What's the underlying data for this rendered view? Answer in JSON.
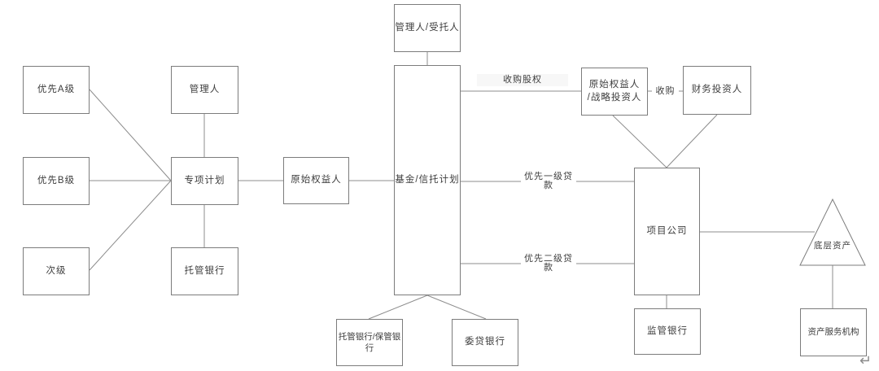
{
  "diagram": {
    "title": "asset-securitization-structure-flowchart",
    "nodes": {
      "priority_a": {
        "label": "优先A级"
      },
      "priority_b": {
        "label": "优先B级"
      },
      "subordinate": {
        "label": "次级"
      },
      "manager": {
        "label": "管理人"
      },
      "special_plan": {
        "label": "专项计划"
      },
      "custodian_bank": {
        "label": "托管银行"
      },
      "originator": {
        "label": "原始权益人"
      },
      "manager_trustee": {
        "label": "管理人/受托人"
      },
      "fund_trust_plan": {
        "label": "基金/信托计划"
      },
      "originator_strategic": {
        "label": "原始权益人\n/战略投资人"
      },
      "financial_investor": {
        "label": "财务投资人"
      },
      "project_company": {
        "label": "项目公司"
      },
      "fund_custodian_bank": {
        "label": "托管银行/保管银行"
      },
      "entrusted_loan_bank": {
        "label": "委贷银行"
      },
      "supervision_bank": {
        "label": "监管银行"
      },
      "underlying_asset": {
        "label": "底层资产"
      },
      "asset_service_agency": {
        "label": "资产服务机构"
      }
    },
    "edge_labels": {
      "acquire_equity": "收购股权",
      "acquire": "收购",
      "senior_tier1_loan": "优先一级贷款",
      "senior_tier2_loan": "优先二级贷款"
    },
    "misc": {
      "return_mark": "↵"
    },
    "colors": {
      "line": "#8c8c8c",
      "border": "#7c7c7c",
      "text": "#3d3d3d",
      "background": "#ffffff",
      "label_highlight": "#f7f7f7"
    }
  }
}
